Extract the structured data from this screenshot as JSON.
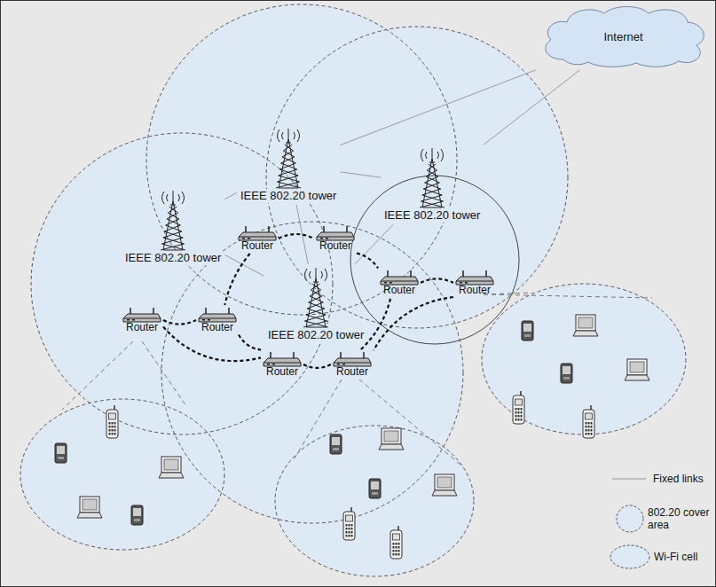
{
  "diagram": {
    "nodes": [
      {
        "text": [
          "Internet"
        ]
      },
      {
        "text": [
          "IEEE 802.20 tower"
        ]
      },
      {
        "text": [
          "IEEE 802.20 tower"
        ]
      },
      {
        "text": [
          "IEEE 802.20 tower"
        ]
      },
      {
        "text": [
          "IEEE 802.20 tower"
        ]
      },
      {
        "text": [
          "Router"
        ]
      },
      {
        "text": [
          "Router"
        ]
      },
      {
        "text": [
          "Router"
        ]
      },
      {
        "text": [
          "Router"
        ]
      },
      {
        "text": [
          "Router"
        ]
      },
      {
        "text": [
          "Router"
        ]
      },
      {
        "text": [
          "Router"
        ]
      },
      {
        "text": [
          "Router"
        ]
      }
    ],
    "edges": [
      {
        "from": 1,
        "to": 0,
        "arrow": "none"
      },
      {
        "from": 3,
        "to": 0,
        "arrow": "none"
      },
      {
        "from": 2,
        "to": 1,
        "arrow": "none"
      },
      {
        "from": 1,
        "to": 3,
        "arrow": "none"
      },
      {
        "from": 2,
        "to": 4,
        "arrow": "none"
      },
      {
        "from": 4,
        "to": 3,
        "arrow": "none"
      },
      {
        "from": 1,
        "to": 4,
        "arrow": "none"
      },
      {
        "from": 5,
        "to": 6,
        "arrow": "none"
      },
      {
        "from": 5,
        "to": 10,
        "arrow": "none"
      },
      {
        "from": 6,
        "to": 7,
        "arrow": "none"
      },
      {
        "from": 7,
        "to": 8,
        "arrow": "none"
      },
      {
        "from": 8,
        "to": 12,
        "arrow": "none"
      },
      {
        "from": 9,
        "to": 10,
        "arrow": "none"
      },
      {
        "from": 9,
        "to": 11,
        "arrow": "none"
      },
      {
        "from": 10,
        "to": 11,
        "arrow": "none"
      },
      {
        "from": 11,
        "to": 12,
        "arrow": "none"
      },
      {
        "from": 12,
        "to": 7,
        "arrow": "none"
      }
    ],
    "legend": [
      {
        "text": "Fixed links"
      },
      {
        "text": "802.20 cover area"
      },
      {
        "text": "Wi-Fi cell"
      }
    ]
  }
}
